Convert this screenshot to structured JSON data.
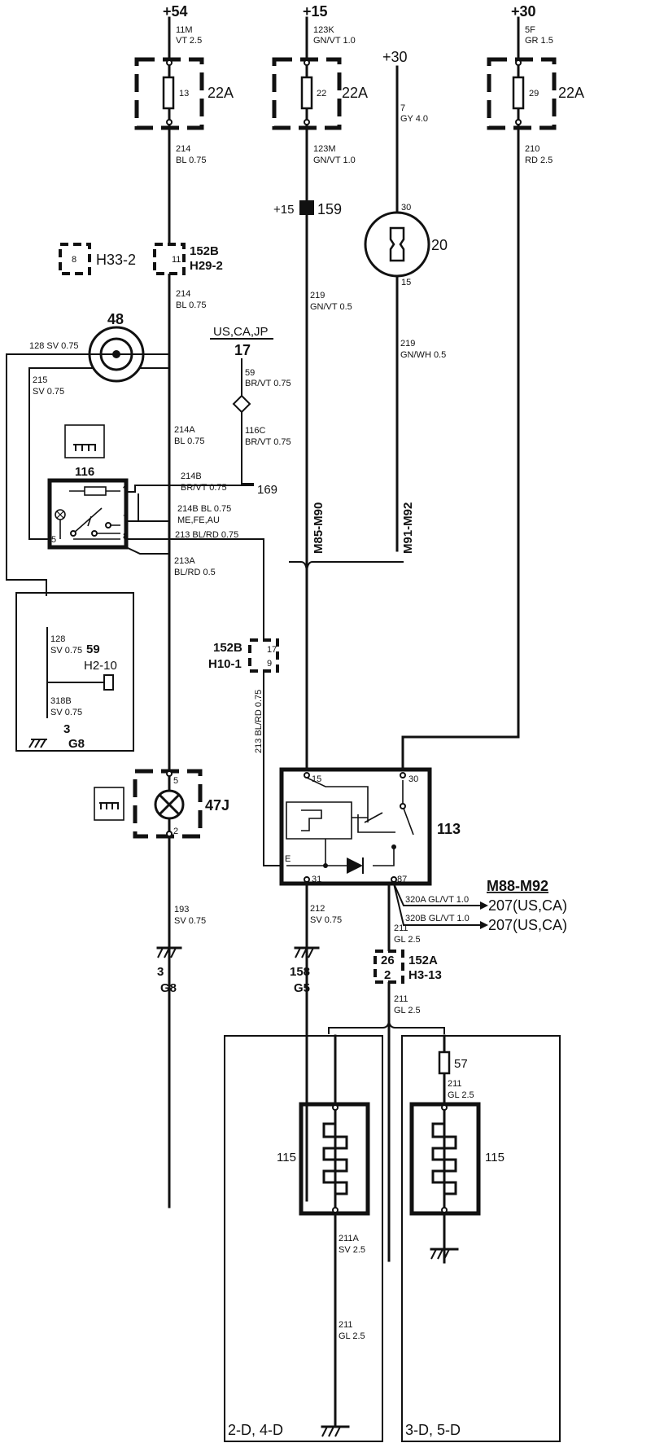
{
  "supplies": {
    "t54": "+54",
    "t15": "+15",
    "t30a": "+30",
    "t30b": "+30",
    "t15b": "+15"
  },
  "fuses": {
    "f13": {
      "num": "13",
      "rating": "22A"
    },
    "f22": {
      "num": "22",
      "rating": "22A"
    },
    "f29": {
      "num": "29",
      "rating": "22A"
    },
    "f57": {
      "num": "57"
    }
  },
  "wires": {
    "w11m": [
      "11M",
      "VT 2.5"
    ],
    "w123k": [
      "123K",
      "GN/VT 1.0"
    ],
    "w7": [
      "7",
      "GY 4.0"
    ],
    "w5f": [
      "5F",
      "GR 1.5"
    ],
    "w214": [
      "214",
      "BL 0.75"
    ],
    "w123m": [
      "123M",
      "GN/VT 1.0"
    ],
    "w210": [
      "210",
      "RD 2.5"
    ],
    "w214b": [
      "214",
      "BL 0.75"
    ],
    "w219a": [
      "219",
      "GN/VT 0.5"
    ],
    "w219b": [
      "219",
      "GN/WH 0.5"
    ],
    "w128": "128 SV 0.75",
    "w215": [
      "215",
      "SV 0.75"
    ],
    "w59": [
      "59",
      "BR/VT 0.75"
    ],
    "w116c": [
      "116C",
      "BR/VT 0.75"
    ],
    "w214a": [
      "214A",
      "BL 0.75"
    ],
    "w214bb": [
      "214B",
      "BR/VT 0.75"
    ],
    "w214bbl": [
      "214B BL 0.75",
      "ME,FE,AU"
    ],
    "w213": "213 BL/RD 0.75",
    "w213a": [
      "213A",
      "BL/RD 0.5"
    ],
    "w128b": [
      "128",
      "SV 0.75"
    ],
    "w318b": [
      "318B",
      "SV 0.75"
    ],
    "w213v": "213 BL/RD 0.75",
    "w193": [
      "193",
      "SV 0.75"
    ],
    "w212": [
      "212",
      "SV 0.75"
    ],
    "w320a": "320A GL/VT 1.0",
    "w320b": "320B GL/VT 1.0",
    "w211a": [
      "211",
      "GL 2.5"
    ],
    "w211b": [
      "211",
      "GL 2.5"
    ],
    "w211c": [
      "211",
      "GL 2.5"
    ],
    "w211d": [
      "211",
      "GL 2.5"
    ],
    "w211e": [
      "211A",
      "SV 2.5"
    ]
  },
  "components": {
    "c159": "159",
    "c20": "20",
    "c48": "48",
    "c116": "116",
    "c113": "113",
    "c47j": "47J",
    "c115a": "115",
    "c115b": "115",
    "c17": "17",
    "c169": "169",
    "c59": "59"
  },
  "connectors": {
    "h33": {
      "pin": "8",
      "label": "H33-2"
    },
    "h29": {
      "pin": "11",
      "label1": "152B",
      "label2": "H29-2"
    },
    "h10": {
      "pin1": "17",
      "pin2": "9",
      "label1": "152B",
      "label2": "H10-1"
    },
    "h3": {
      "pin1": "26",
      "pin2": "2",
      "label1": "152A",
      "label2": "H3-13"
    },
    "h2": {
      "label": "H2-10"
    }
  },
  "pins": {
    "p20a": "30",
    "p20b": "15",
    "p116a": "4",
    "p116b": "7",
    "p116c": "8",
    "p116d": "5",
    "p113a": "15",
    "p113b": "30",
    "p113c": "E",
    "p113d": "31",
    "p113e": "87",
    "p47a": "5",
    "p47b": "2"
  },
  "grounds": {
    "g1": {
      "num": "3",
      "code": "G8"
    },
    "g2": {
      "num": "3",
      "code": "G8"
    },
    "g3": {
      "num": "158",
      "code": "G5"
    }
  },
  "variants": {
    "markets": "US,CA,JP",
    "m85": "M85-M90",
    "m91": "M91-M92",
    "m88": "M88-M92",
    "dest1": "207(US,CA)",
    "dest2": "207(US,CA)",
    "body1": "2-D, 4-D",
    "body2": "3-D, 5-D"
  }
}
